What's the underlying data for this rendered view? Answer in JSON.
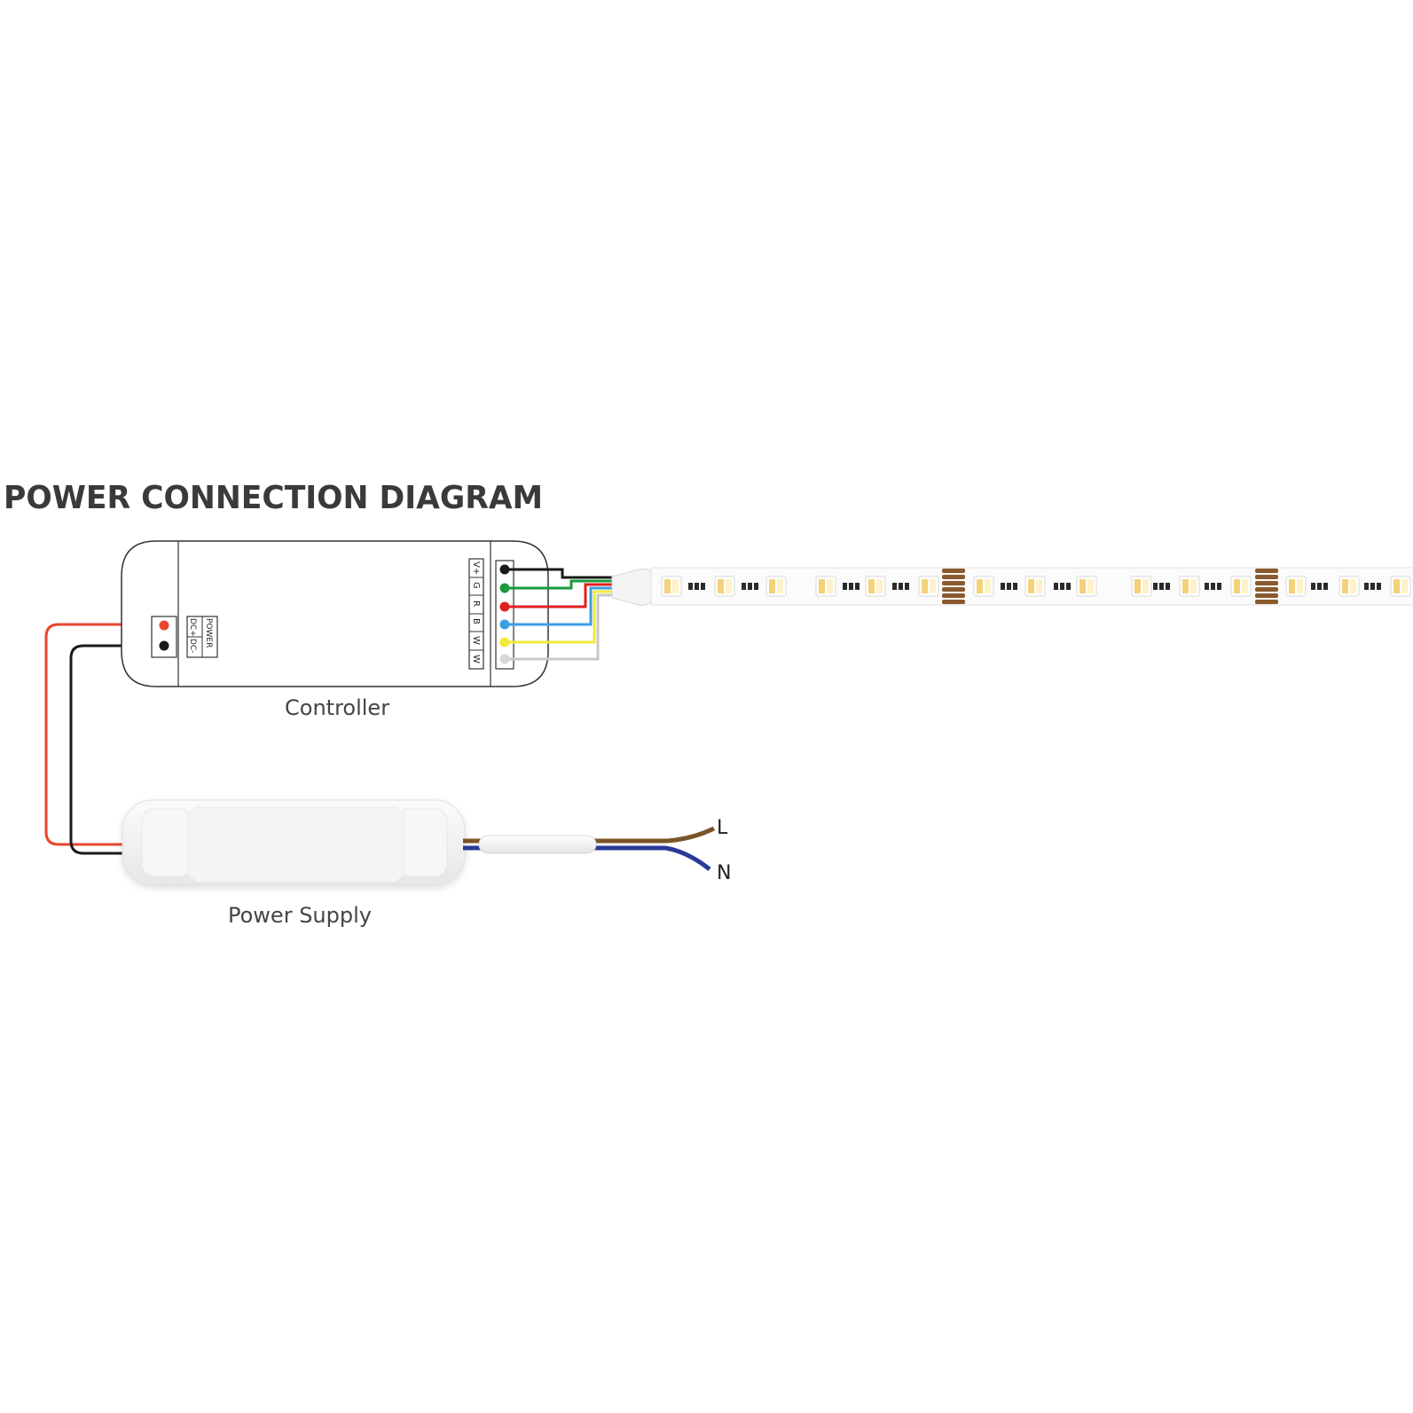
{
  "title": "POWER CONNECTION DIAGRAM",
  "controller": {
    "label": "Controller",
    "power_terminal": {
      "header": "POWER",
      "pins": [
        "DC+",
        "DC-"
      ]
    },
    "output_pins": [
      "V+",
      "G",
      "R",
      "B",
      "W",
      "W"
    ]
  },
  "power_supply": {
    "label": "Power Supply"
  },
  "mains": {
    "live": "L",
    "neutral": "N"
  },
  "colors": {
    "dc_positive": "#e8452c",
    "dc_negative": "#1a1a1a",
    "v_plus": "#1a1a1a",
    "green": "#1a9a3c",
    "red": "#e02020",
    "blue": "#3a9fe0",
    "yellow": "#f2ea3a",
    "white": "#c8c8c8",
    "live": "#7a5426",
    "neutral": "#2a3a96",
    "strip_pad": "#8a5a2e",
    "led_warm": "#f3d27a"
  },
  "icons": {
    "led": "led-chip-icon",
    "terminal": "screw-terminal-icon"
  }
}
